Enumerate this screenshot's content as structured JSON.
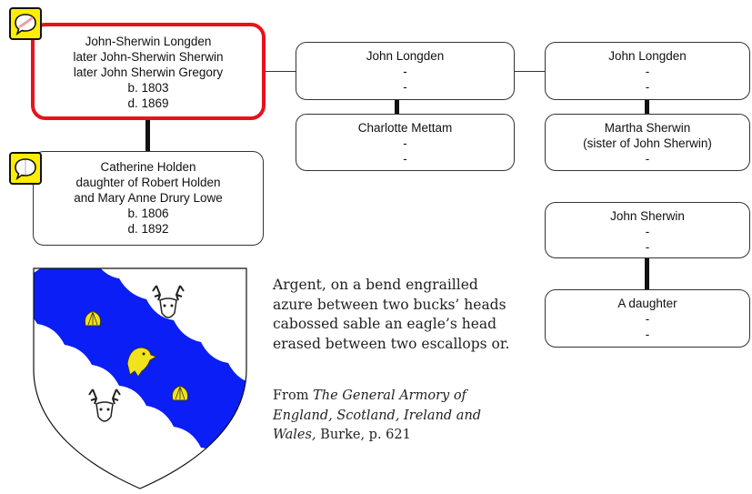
{
  "people": {
    "subject": {
      "lines": [
        "John-Sherwin  Longden",
        "later John-Sherwin Sherwin",
        "later John Sherwin Gregory",
        "b. 1803",
        "d. 1869"
      ]
    },
    "spouse": {
      "lines": [
        "Catherine Holden",
        "daughter of Robert Holden",
        "and Mary Anne Drury Lowe",
        "b. 1806",
        "d. 1892"
      ]
    },
    "father": {
      "lines": [
        "John Longden",
        "-",
        "-"
      ]
    },
    "mother": {
      "lines": [
        "Charlotte Mettam",
        "-",
        "-"
      ]
    },
    "paternal_grandfather": {
      "lines": [
        "John Longden",
        "-",
        "-"
      ]
    },
    "paternal_grandmother": {
      "lines": [
        "Martha Sherwin",
        "(sister of John Sherwin)",
        "-"
      ]
    },
    "great_grandfather": {
      "lines": [
        "John Sherwin",
        "-",
        "-"
      ]
    },
    "great_grandmother": {
      "lines": [
        "A daughter",
        "-",
        "-"
      ]
    }
  },
  "heraldry": {
    "blazon": "Argent, on a bend engrailled azure between two bucks’ heads cabossed sable an eagle’s head erased between two escallops or.",
    "source_prefix": "From ",
    "source_title": "The General Armory of England, Scotland, Ireland and Wales,",
    "source_suffix": "  Burke, p. 621"
  },
  "icons": {
    "note_icon": "speech-bubble-icon",
    "note_color": "#ffee00"
  },
  "colors": {
    "highlight": "#e8121b",
    "bend": "#0a1ef5",
    "charge": "#f2e21b"
  }
}
